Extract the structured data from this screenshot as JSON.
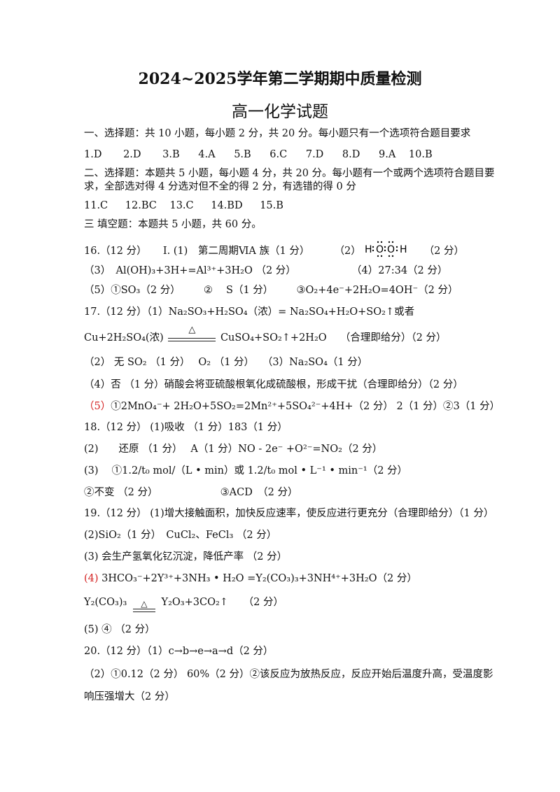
{
  "title": "2024~2025学年第二学期期中质量检测",
  "subtitle": "高一化学试题",
  "s1_header": "一、选择题：共 10 小题，每小题 2 分，共 20 分。每小题只有一个选项符合题目要求",
  "s1_answers": [
    "1.D",
    "2.D",
    "3.B",
    "4.A",
    "5.B",
    "6.C",
    "7.D",
    "8.D",
    "9.A",
    "10.B"
  ],
  "s2_header_1": "二、选择题：本题共 5 小题，每小题 4 分，共 20 分。每小题有一个或两个选项符合题目要",
  "s2_header_2": "求，全部选对得 4 分选对但不全的得 2 分，有选错的得 0 分",
  "s2_answers": [
    "11.C",
    "12.BC",
    "13.C",
    "14.BD",
    "15.B"
  ],
  "s3_header": "三 填空题：本题共 5 小题，共 60 分。",
  "q16": {
    "head": "16.（12 分）",
    "p1a": "I. (1)　第二周期ⅥA 族（1 分）",
    "p1b": "（2）",
    "lewis_h1": "H",
    "lewis_o1": "O",
    "lewis_o2": "O",
    "lewis_h2": "H",
    "p1c": "（2 分）",
    "p3": "（3）　Al(OH)₃+3H+=Al³⁺+3H₂O （2 分）",
    "p4": "（4）27:34（2 分）",
    "p5a": "（5）①SO₃（2 分）",
    "p5b": "②　 S（1 分）",
    "p5c": "③O₂+4e⁻+2H₂O=4OH⁻（2 分）"
  },
  "q17": {
    "l1": "17.（12 分）（1）Na₂SO₃+H₂SO₄（浓）= Na₂SO₄+H₂O+SO₂↑或者",
    "l2a": "Cu+2H₂SO₄(浓)",
    "l2_tri": "△",
    "l2b": "CuSO₄+SO₂↑+2H₂O",
    "l2c": "（合理即给分）（2 分）",
    "l3": "（2） 无 SO₂ （1 分）　 O₂ （1 分）　 （3）Na₂SO₄（1 分）",
    "l4": "（4）否 （1 分）硝酸会将亚硫酸根氧化成硫酸根，形成干扰（合理即给分）（2 分）",
    "l5a": "（5）",
    "l5b": "①2MnO₄⁻+ 2H₂O+5SO₂=2Mn²⁺+5SO₄²⁻+4H+（2 分） 2（1 分）②3（1 分）"
  },
  "q18": {
    "l1": "18.（12 分） (1)吸收 （1 分）183（1 分）",
    "l2": "(2)　　还原 （1 分）　 A（1 分）NO - 2e⁻ +O²⁻=NO₂（2 分）",
    "l3": "(3)　 ①1.2/t₀ mol/（L • min）或 1.2/t₀ mol • L⁻¹ • min⁻¹（2 分）",
    "l4a": "②不变 （2 分）",
    "l4b": "③ACD　（2 分）"
  },
  "q19": {
    "l1": "19.（12 分） (1)增大接触面积，加快反应速率，使反应进行更充分（合理即给分）（1 分）",
    "l2": "(2)SiO₂（1 分）　CuCl₂、FeCl₃ （2 分）",
    "l3": "(3) 会生产氢氧化钇沉淀，降低产率 （2 分）",
    "l4a": "(4)",
    "l4b": " 3HCO₃⁻+2Y³⁺+3NH₃ • H₂O =Y₂(CO₃)₃+3NH⁴⁺+3H₂O（2 分）",
    "l5a": "Y₂(CO₃)₃",
    "l5_tri": "△",
    "l5b": "Y₂O₃+3CO₂↑　　（2 分）",
    "l6": "(5) ④ （2 分）"
  },
  "q20": {
    "l1": "20.（12 分）（1）c→b→e→a→d（2 分）",
    "l2": "（2）①0.12（2 分） 60%（2 分）②该反应为放热反应，反应开始后温度升高，受温度影",
    "l3": "响压强增大（2 分）"
  }
}
